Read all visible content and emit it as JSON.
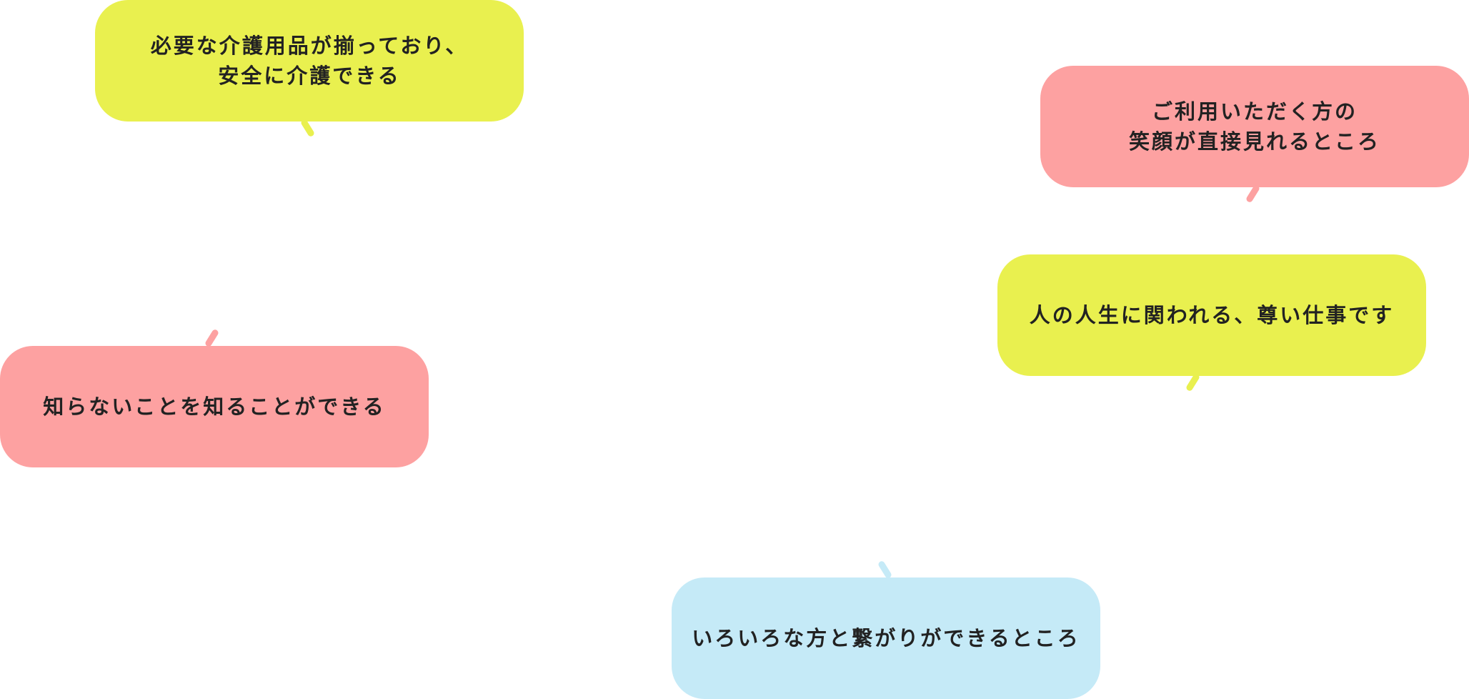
{
  "bubbles": [
    {
      "color": "#e9f04f",
      "lines": [
        "必要な介護用品が揃っており、",
        "安全に介護できる"
      ]
    },
    {
      "color": "#fda1a1",
      "lines": [
        "ご利用いただく方の",
        "笑顔が直接見れるところ"
      ]
    },
    {
      "color": "#e9f04f",
      "lines": [
        "人の人生に関われる、尊い仕事です"
      ]
    },
    {
      "color": "#fda1a1",
      "lines": [
        "知らないことを知ることができる"
      ]
    },
    {
      "color": "#c5eaf7",
      "lines": [
        "いろいろな方と繋がりができるところ"
      ]
    }
  ]
}
